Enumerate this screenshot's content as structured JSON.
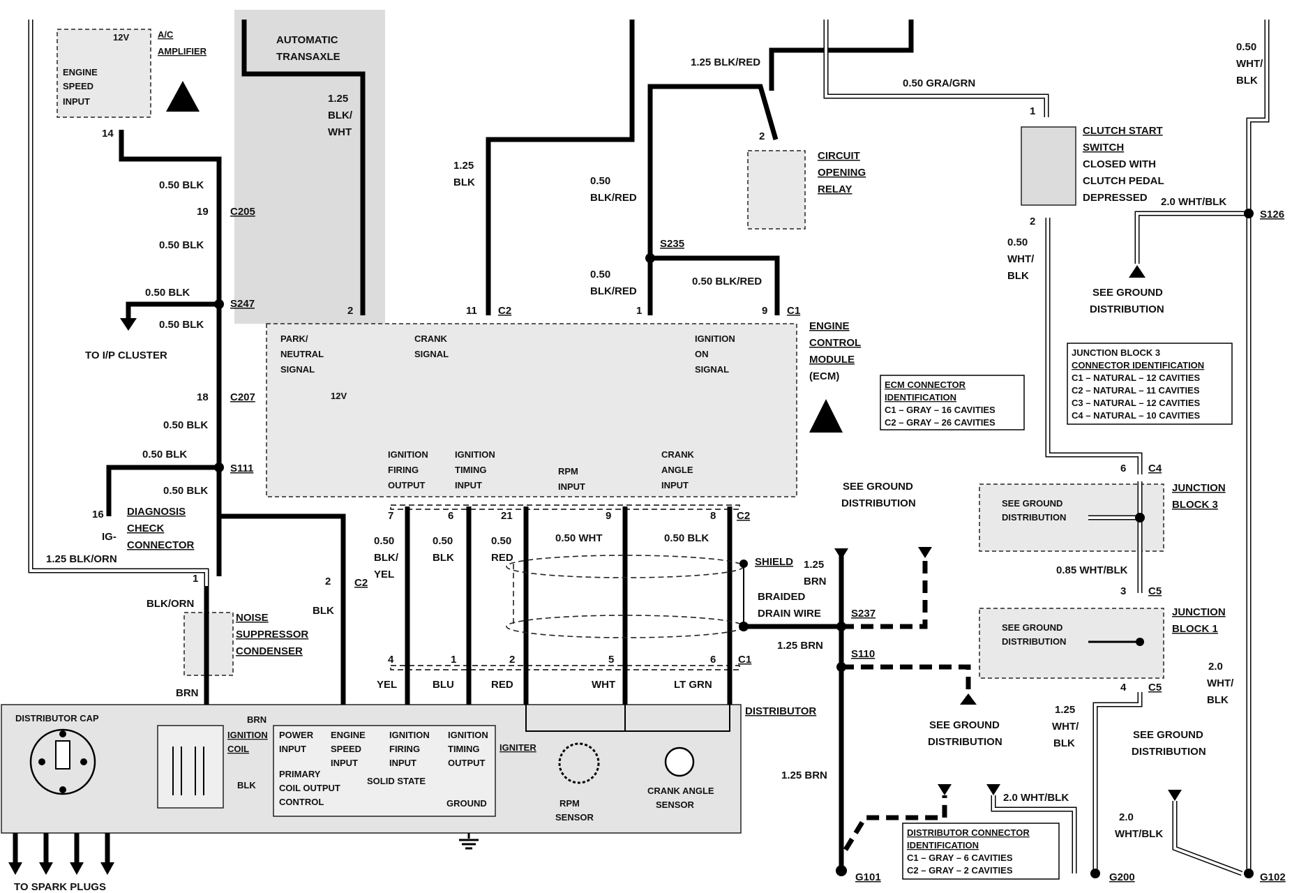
{
  "components": {
    "ac_amplifier": {
      "title1": "A/C",
      "title2": "AMPLIFIER",
      "v12": "12V",
      "input1": "ENGINE",
      "input2": "SPEED",
      "input3": "INPUT",
      "pin": "14"
    },
    "automatic_transaxle": {
      "line1": "AUTOMATIC",
      "line2": "TRANSAXLE"
    },
    "circuit_opening_relay": {
      "line1": "CIRCUIT",
      "line2": "OPENING",
      "line3": "RELAY",
      "pin": "2"
    },
    "clutch_start_switch": {
      "line1": "CLUTCH START",
      "line2": "SWITCH",
      "line3": "CLOSED WITH",
      "line4": "CLUTCH PEDAL",
      "line5": "DEPRESSED",
      "pin_top": "1",
      "pin_bottom": "2"
    },
    "ecm": {
      "line1": "ENGINE",
      "line2": "CONTROL",
      "line3": "MODULE",
      "line4": "(ECM)",
      "park1": "PARK/",
      "park2": "NEUTRAL",
      "park3": "SIGNAL",
      "v12": "12V",
      "crank1": "CRANK",
      "crank2": "SIGNAL",
      "ign1": "IGNITION",
      "ign2": "ON",
      "ign3": "SIGNAL",
      "fir1": "IGNITION",
      "fir2": "FIRING",
      "fir3": "OUTPUT",
      "tim1": "IGNITION",
      "tim2": "TIMING",
      "tim3": "INPUT",
      "rpm1": "RPM",
      "rpm2": "INPUT",
      "ca1": "CRANK",
      "ca2": "ANGLE",
      "ca3": "INPUT"
    },
    "diagnosis_connector": {
      "pin": "16",
      "ig": "IG-",
      "line1": "DIAGNOSIS",
      "line2": "CHECK",
      "line3": "CONNECTOR"
    },
    "noise_condenser": {
      "line1": "NOISE",
      "line2": "SUPPRESSOR",
      "line3": "CONDENSER"
    },
    "distributor": {
      "title": "DISTRIBUTOR",
      "cap": "DISTRIBUTOR CAP",
      "coil1": "IGNITION",
      "coil2": "COIL",
      "pw1": "POWER",
      "pw2": "INPUT",
      "es1": "ENGINE",
      "es2": "SPEED",
      "es3": "INPUT",
      "if1": "IGNITION",
      "if2": "FIRING",
      "if3": "INPUT",
      "it1": "IGNITION",
      "it2": "TIMING",
      "it3": "OUTPUT",
      "igniter": "IGNITER",
      "prim1": "PRIMARY",
      "prim2": "COIL OUTPUT",
      "prim3": "CONTROL",
      "solid": "SOLID STATE",
      "ground": "GROUND",
      "rpm1": "RPM",
      "rpm2": "SENSOR",
      "cas1": "CRANK ANGLE",
      "cas2": "SENSOR",
      "brn": "BRN",
      "blk": "BLK",
      "spark": "TO SPARK PLUGS"
    },
    "junction_block3": {
      "line1": "JUNCTION",
      "line2": "BLOCK 3",
      "gnd1": "SEE GROUND",
      "gnd2": "DISTRIBUTION",
      "c4top": "6",
      "c4": "C4",
      "c5b": "3",
      "c5": "C5"
    },
    "junction_block1": {
      "line1": "JUNCTION",
      "line2": "BLOCK 1",
      "gnd1": "SEE GROUND",
      "gnd2": "DISTRIBUTION",
      "pin": "4",
      "c5": "C5"
    }
  },
  "wires": {
    "w_050blk": "0.50 BLK",
    "w_125blk_wht_1": "1.25",
    "w_125blk_wht_2": "BLK/",
    "w_125blk_wht_3": "WHT",
    "w_125blk_a": "1.25",
    "w_125blk_b": "BLK",
    "w_125blk_red": "1.25 BLK/RED",
    "w_050blk_red_a": "0.50",
    "w_050blk_red_b": "BLK/RED",
    "w_050blk_red_full": "0.50 BLK/RED",
    "w_050gra_grn": "0.50 GRA/GRN",
    "w_050wht_blk_a": "0.50",
    "w_050wht_blk_b": "WHT/",
    "w_050wht_blk_c": "BLK",
    "w_20wht_blk": "2.0 WHT/BLK",
    "w_20wht_blk_a": "2.0",
    "w_20wht_blk_b": "WHT/",
    "w_20wht_blk_c": "BLK",
    "w_20wht_blk_short": "WHT/BLK",
    "w_085wht_blk": "0.85 WHT/BLK",
    "w_125wht_blk_a": "1.25",
    "w_125wht_blk_b": "WHT/",
    "w_125wht_blk_c": "BLK",
    "w_125blk_orn": "1.25 BLK/ORN",
    "w_blk_orn": "BLK/ORN",
    "w_blk": "BLK",
    "w_brn": "BRN",
    "w_050": "0.50",
    "w_blkslash": "BLK/",
    "w_yel": "YEL",
    "w_blu": "BLU",
    "w_red": "RED",
    "w_wht": "WHT",
    "w_ltgrn": "LT GRN",
    "w_050wht": "0.50 WHT",
    "w_125": "1.25",
    "w_125brn": "1.25 BRN",
    "w_shield": "SHIELD",
    "w_braided1": "BRAIDED",
    "w_braided2": "DRAIN WIRE",
    "to_ip": "TO I/P CLUSTER",
    "see_ground1": "SEE GROUND",
    "see_ground2": "DISTRIBUTION"
  },
  "connectors": {
    "c205": "C205",
    "c205pin": "19",
    "s247": "S247",
    "c207": "C207",
    "c207pin": "18",
    "s111": "S111",
    "c2": "C2",
    "c1": "C1",
    "s235": "S235",
    "s237": "S237",
    "s110": "S110",
    "s126": "S126",
    "g101": "G101",
    "g200": "G200",
    "g102": "G102",
    "p1": "1",
    "p2": "2",
    "p4": "4",
    "p5": "5",
    "p6": "6",
    "p7": "7",
    "p8": "8",
    "p9": "9",
    "p11": "11",
    "p21": "21"
  },
  "tables": {
    "ecm": {
      "title1": "ECM CONNECTOR",
      "title2": "IDENTIFICATION",
      "rows": [
        "C1 – GRAY – 16 CAVITIES",
        "C2 – GRAY – 26 CAVITIES"
      ]
    },
    "jb3": {
      "title1": "JUNCTION BLOCK 3",
      "title2": "CONNECTOR IDENTIFICATION",
      "rows": [
        "C1 – NATURAL – 12 CAVITIES",
        "C2 – NATURAL – 11 CAVITIES",
        "C3 – NATURAL – 12 CAVITIES",
        "C4 – NATURAL – 10 CAVITIES"
      ]
    },
    "dist": {
      "title1": "DISTRIBUTOR CONNECTOR",
      "title2": "IDENTIFICATION",
      "rows": [
        "C1 – GRAY – 6 CAVITIES",
        "C2 – GRAY – 2 CAVITIES"
      ]
    }
  }
}
